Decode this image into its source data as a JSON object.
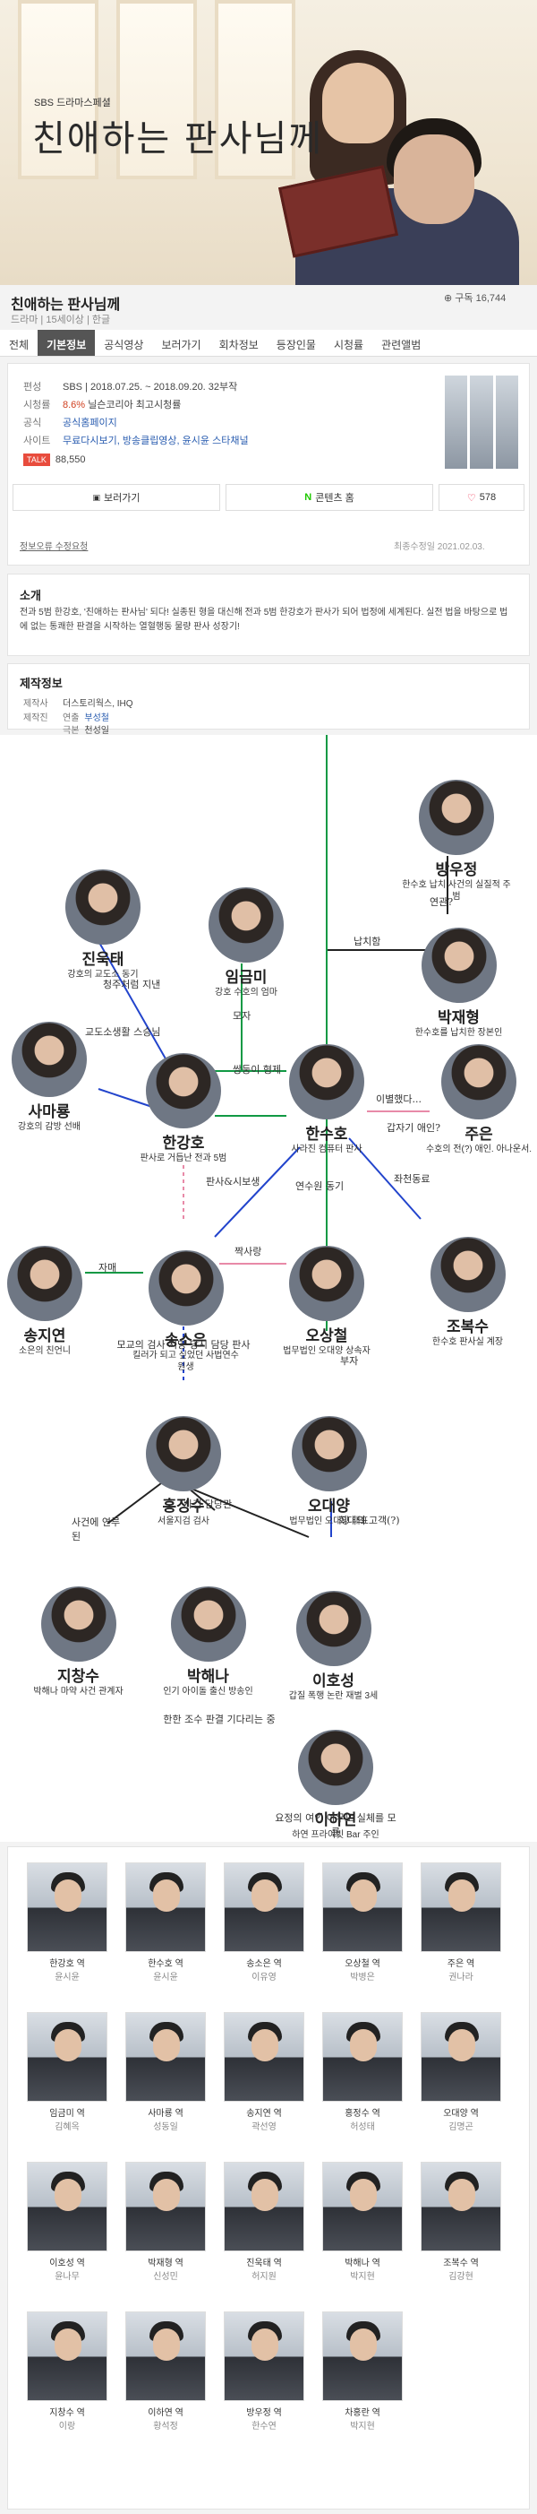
{
  "poster": {
    "brand": "SBS 드라마스페셜",
    "title": "친애하는 판사님께"
  },
  "header": {
    "title": "친애하는 판사님께",
    "subtitle": "드라마 | 15세이상 | 한글",
    "subscribe": "구독 16,744"
  },
  "tabs": [
    "전체",
    "기본정보",
    "공식영상",
    "보러가기",
    "회차정보",
    "등장인물",
    "시청률",
    "관련앨범"
  ],
  "active_tab": 1,
  "info": {
    "broadcast_key": "편성",
    "broadcast": "SBS | 2018.07.25. ~ 2018.09.20. 32부작",
    "rating_key": "시청률",
    "rating": "8.6%",
    "rating_note": "닐슨코리아 최고시청률",
    "official_key": "공식",
    "official": "공식홈페이지",
    "site_key": "사이트",
    "site": "무료다시보기, 방송클립영상, 윤시윤 스타채널",
    "talk_label": "TALK",
    "talk_count": "88,550"
  },
  "buttons": {
    "watch": "보러가기",
    "content": "콘텐츠 홈",
    "like": "578"
  },
  "meta": {
    "report": "정보오류 수정요청",
    "updated": "최종수정일 2021.02.03."
  },
  "synopsis": {
    "heading": "소개",
    "text": "전과 5범 한강호, '친애하는 판사님' 되다! 실종된 형을 대신해 전과 5범 한강호가 판사가 되어 법정에 세계된다. 실전 법을 바탕으로 법에 없는 통쾌한 판결을 시작하는 열혈행동 물량 판사 성장기!"
  },
  "production": {
    "heading": "제작정보",
    "company_key": "제작사",
    "company": "더스토리웍스, IHQ",
    "crew_key": "제작진",
    "director_key": "연출",
    "director": "부성철",
    "writer_key": "극본",
    "writer": "천성일"
  },
  "chart": {
    "people": [
      {
        "id": "bang",
        "name": "방우정",
        "desc": "한수호 납치 사건의 실질적 주범"
      },
      {
        "id": "jin",
        "name": "진욱태",
        "desc": "강호의 교도소 동기"
      },
      {
        "id": "im",
        "name": "임금미",
        "desc": "강호 수호의 엄마"
      },
      {
        "id": "park",
        "name": "박재형",
        "desc": "한수호를 납치한 장본인"
      },
      {
        "id": "sa",
        "name": "사마룡",
        "desc": "강호의 감방 선배"
      },
      {
        "id": "kang",
        "name": "한강호",
        "desc": "판사로 거듭난 전과 5범"
      },
      {
        "id": "suho",
        "name": "한수호",
        "desc": "사라진 컴퓨터 판사"
      },
      {
        "id": "ju",
        "name": "주은",
        "desc": "수호의 전(?) 애인. 아나운서."
      },
      {
        "id": "song",
        "name": "송지연",
        "desc": "소은의 친언니"
      },
      {
        "id": "soeun",
        "name": "송소은",
        "desc": "킬러가 되고 싶었던 사법연수원생"
      },
      {
        "id": "oh",
        "name": "오상철",
        "desc": "법무법인 오대양 상속자"
      },
      {
        "id": "jo",
        "name": "조복수",
        "desc": "한수호 판사실 계장"
      },
      {
        "id": "hong",
        "name": "홍정수",
        "desc": "서울지검 검사"
      },
      {
        "id": "odae",
        "name": "오대양",
        "desc": "법무법인 오대양 대표"
      },
      {
        "id": "ji",
        "name": "지창수",
        "desc": "박해나 마약 사건 관계자"
      },
      {
        "id": "haena",
        "name": "박해나",
        "desc": "인기 아이돌 출신 방송인"
      },
      {
        "id": "ho",
        "name": "이호성",
        "desc": "갑질 폭행 논란 재벌 3세"
      },
      {
        "id": "ha",
        "name": "이하연",
        "desc": "하연 프라이빗 Bar 주인"
      }
    ],
    "notes": [
      "연관?",
      "납치함",
      "청주처럼 지낸",
      "모자",
      "쌍둥이 형제",
      "교도소생활 스승님",
      "이별했다...",
      "갑자기 애인?",
      "판사&시보생",
      "연수원 동기",
      "좌천동료",
      "자매",
      "짝사랑",
      "모교의 검사 지망 당시 담당 판사",
      "부자",
      "사건 담당관",
      "사건에 연루된",
      "회대의 고객(?)",
      "한한 조수 판결 기다리는 중",
      "요정의 여인 아무도 실체를 모름"
    ]
  },
  "cast": [
    {
      "role": "한강호 역",
      "actor": "윤시윤"
    },
    {
      "role": "한수호 역",
      "actor": "윤시윤"
    },
    {
      "role": "송소은 역",
      "actor": "이유영"
    },
    {
      "role": "오상철 역",
      "actor": "박병은"
    },
    {
      "role": "주은 역",
      "actor": "권나라"
    },
    {
      "role": "임금미 역",
      "actor": "김혜옥"
    },
    {
      "role": "사마룡 역",
      "actor": "성동일"
    },
    {
      "role": "송지연 역",
      "actor": "곽선영"
    },
    {
      "role": "홍정수 역",
      "actor": "허성태"
    },
    {
      "role": "오대양 역",
      "actor": "김명곤"
    },
    {
      "role": "이호성 역",
      "actor": "윤나무"
    },
    {
      "role": "박재형 역",
      "actor": "신성민"
    },
    {
      "role": "진욱태 역",
      "actor": "허지원"
    },
    {
      "role": "박해나 역",
      "actor": "박지현"
    },
    {
      "role": "조복수 역",
      "actor": "김강현"
    },
    {
      "role": "지창수 역",
      "actor": "이랑"
    },
    {
      "role": "이하연 역",
      "actor": "황석정"
    },
    {
      "role": "방우정 역",
      "actor": "한수연"
    },
    {
      "role": "차홍란 역",
      "actor": "박지현"
    }
  ]
}
